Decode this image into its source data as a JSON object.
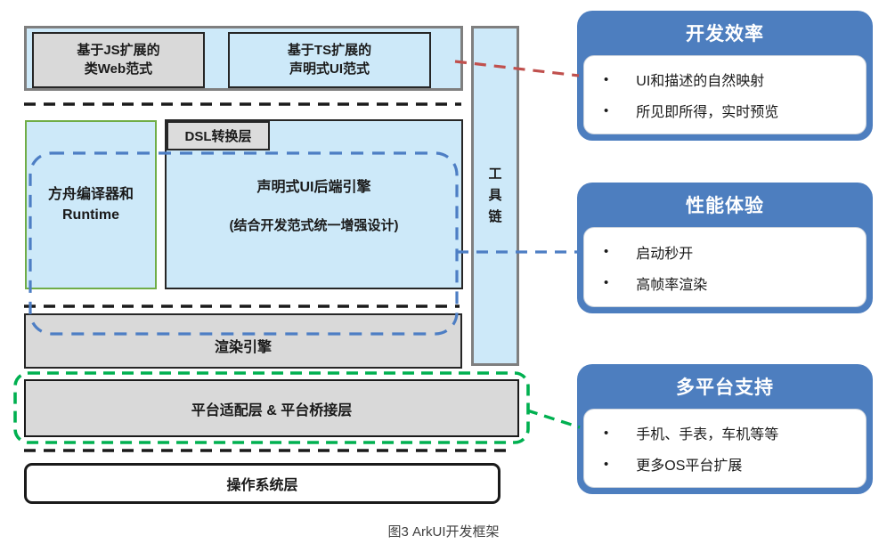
{
  "figure": {
    "caption": "图3 ArkUI开发框架"
  },
  "layers": {
    "js_paradigm": "基于JS扩展的\n类Web范式",
    "ts_paradigm": "基于TS扩展的\n声明式UI范式",
    "dsl_label": "DSL转换层",
    "ark_runtime": "方舟编译器和\nRuntime",
    "ui_engine_title": "声明式UI后端引擎",
    "ui_engine_subtitle": "(结合开发范式统一增强设计)",
    "toolchain": "工具链",
    "render_engine": "渲染引擎",
    "platform": "平台适配层 & 平台桥接层",
    "os": "操作系统层"
  },
  "panels": [
    {
      "title": "开发效率",
      "bullets": [
        "UI和描述的自然映射",
        "所见即所得，实时预览"
      ]
    },
    {
      "title": "性能体验",
      "bullets": [
        "启动秒开",
        "高帧率渲染"
      ]
    },
    {
      "title": "多平台支持",
      "bullets": [
        "手机、手表，车机等等",
        "更多OS平台扩展"
      ]
    }
  ],
  "colors": {
    "light_blue_fill": "#cde9f9",
    "gray_fill": "#d9d9d9",
    "panel_blue": "#4d7ebf",
    "green_box_border": "#70ad47",
    "dashed_blue": "#4d7ec4",
    "dashed_red": "#c0504d",
    "dashed_green": "#00b050",
    "dashed_black": "#1a1a1a",
    "outer_border_gray": "#7f7f7f"
  }
}
